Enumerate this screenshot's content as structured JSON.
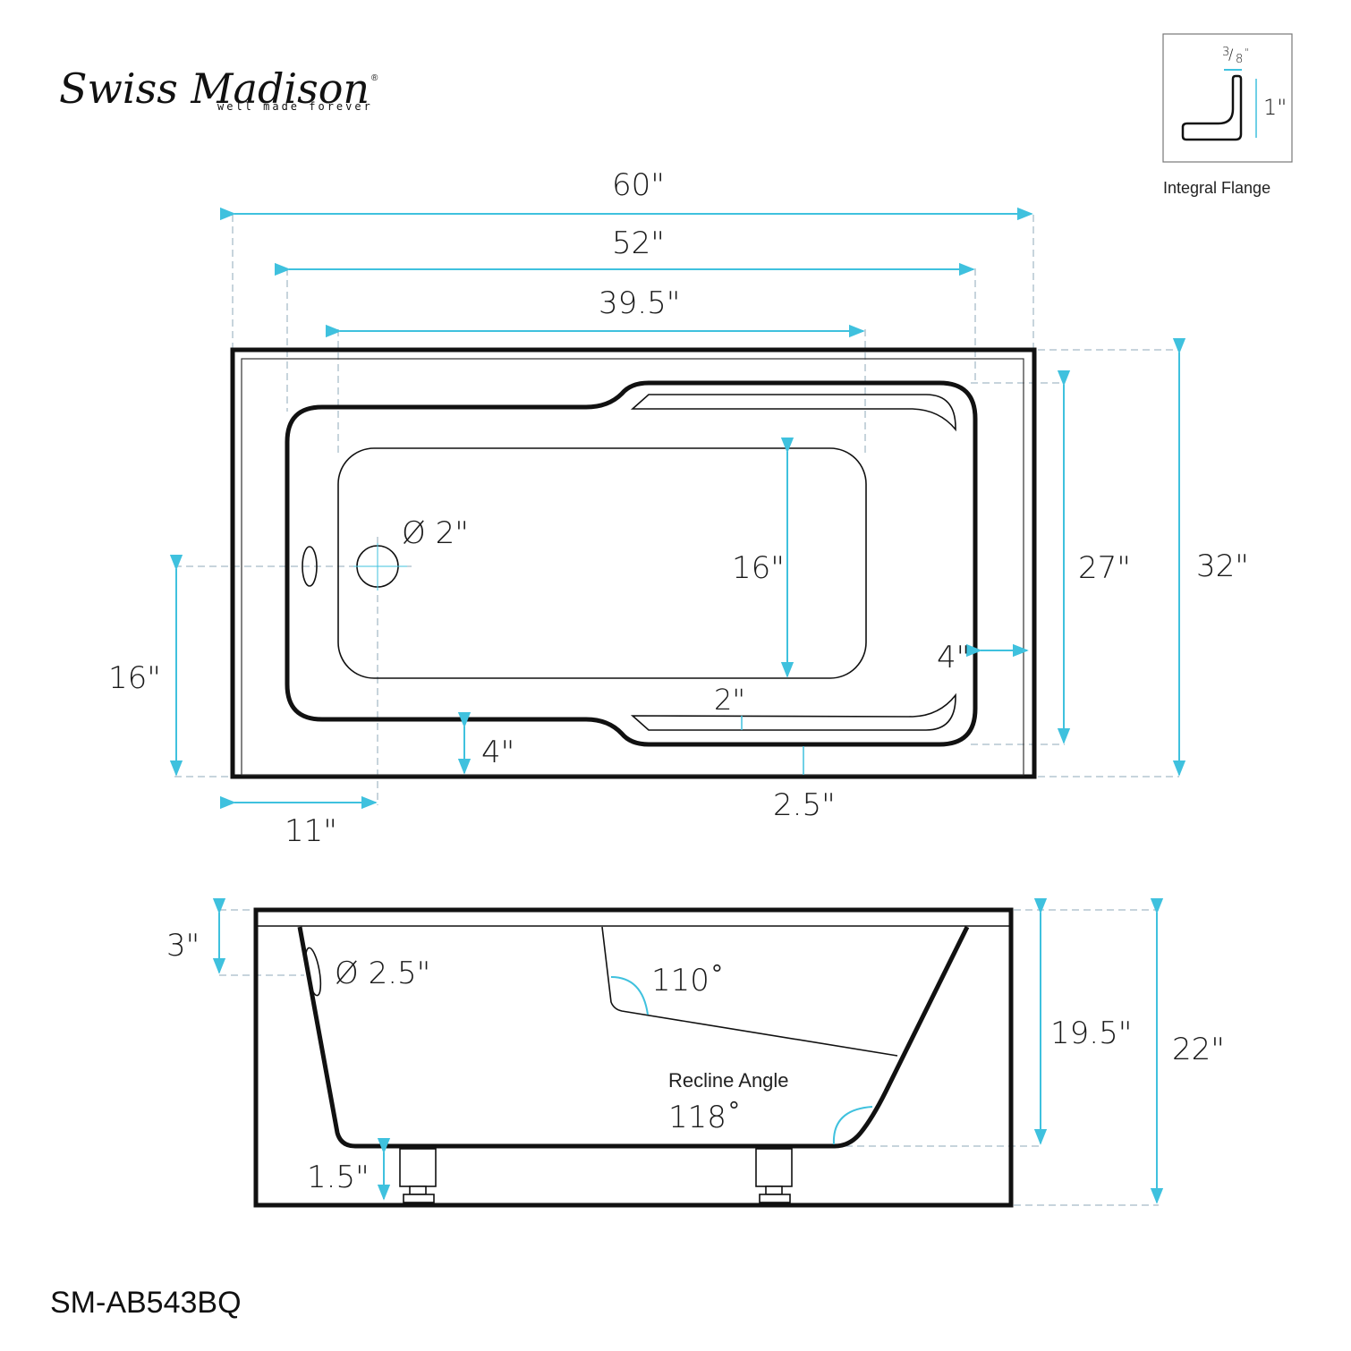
{
  "brand": {
    "name": "Swiss Madison",
    "registered_mark": "®",
    "tagline": "well made forever"
  },
  "model_number": "SM-AB543BQ",
  "colors": {
    "dimension_line": "#3fc1de",
    "outline": "#111111",
    "extension_line": "#8fa9b8",
    "text": "#1a1a1a"
  },
  "flange_inset": {
    "caption": "Integral Flange",
    "width_label": "3/8\"",
    "width_numerator": "3",
    "width_denominator": "8",
    "height_label": "1\""
  },
  "top_view": {
    "dimensions": {
      "overall_length": "60\"",
      "inner_length": "52\"",
      "bottom_length": "39.5\"",
      "drain_diameter": "Ø 2\"",
      "bottom_width": "16\"",
      "inner_width": "27\"",
      "overall_width": "32\"",
      "drain_from_front": "16\"",
      "drain_from_side": "11\"",
      "front_deck": "4\"",
      "side_deck": "4\"",
      "armrest_width": "2\"",
      "apron_offset": "2.5\""
    }
  },
  "side_view": {
    "dimensions": {
      "overflow_from_top": "3\"",
      "overflow_diameter": "Ø 2.5\"",
      "backrest_angle": "110˚",
      "recline_label": "Recline Angle",
      "recline_angle": "118˚",
      "interior_depth": "19.5\"",
      "overall_height": "22\"",
      "leg_height": "1.5\""
    }
  }
}
